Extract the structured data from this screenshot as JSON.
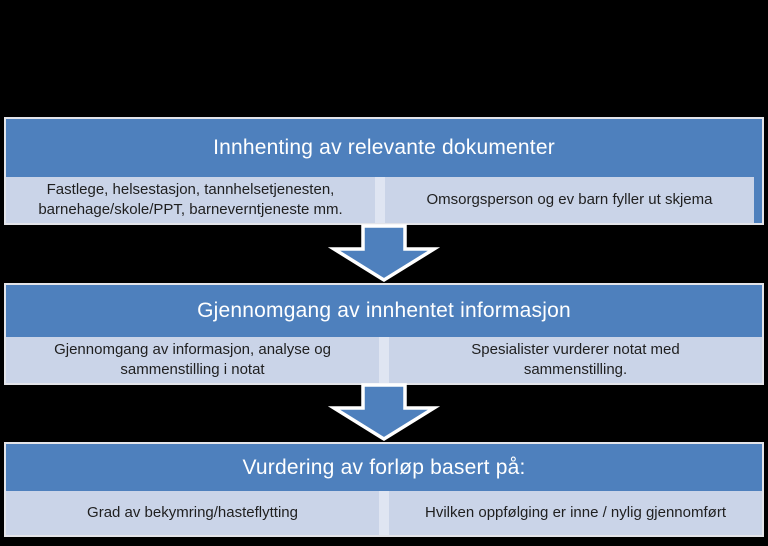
{
  "colors": {
    "bg": "#000000",
    "accent": "#4e80bd",
    "cell": "#cad4e8",
    "divider": "#dfe5f2",
    "border": "#e3e4e9",
    "header_text": "#ffffff",
    "cell_text": "#1f1f1f"
  },
  "icons": {
    "flow_arrow": "down-arrow"
  },
  "sections": [
    {
      "header": "Innhenting av relevante dokumenter",
      "left": "Fastlege, helsestasjon, tannhelsetjenesten,\nbarnehage/skole/PPT, barneverntjeneste mm.",
      "right": "Omsorgsperson og ev barn fyller ut skjema"
    },
    {
      "header": "Gjennomgang av innhentet informasjon",
      "left": "Gjennomgang av informasjon, analyse og\nsammenstilling i notat",
      "right": "Spesialister vurderer notat med\nsammenstilling."
    },
    {
      "header": "Vurdering av forløp basert på:",
      "left": "Grad av bekymring/hasteflytting",
      "right": "Hvilken oppfølging er inne / nylig gjennomført"
    }
  ]
}
